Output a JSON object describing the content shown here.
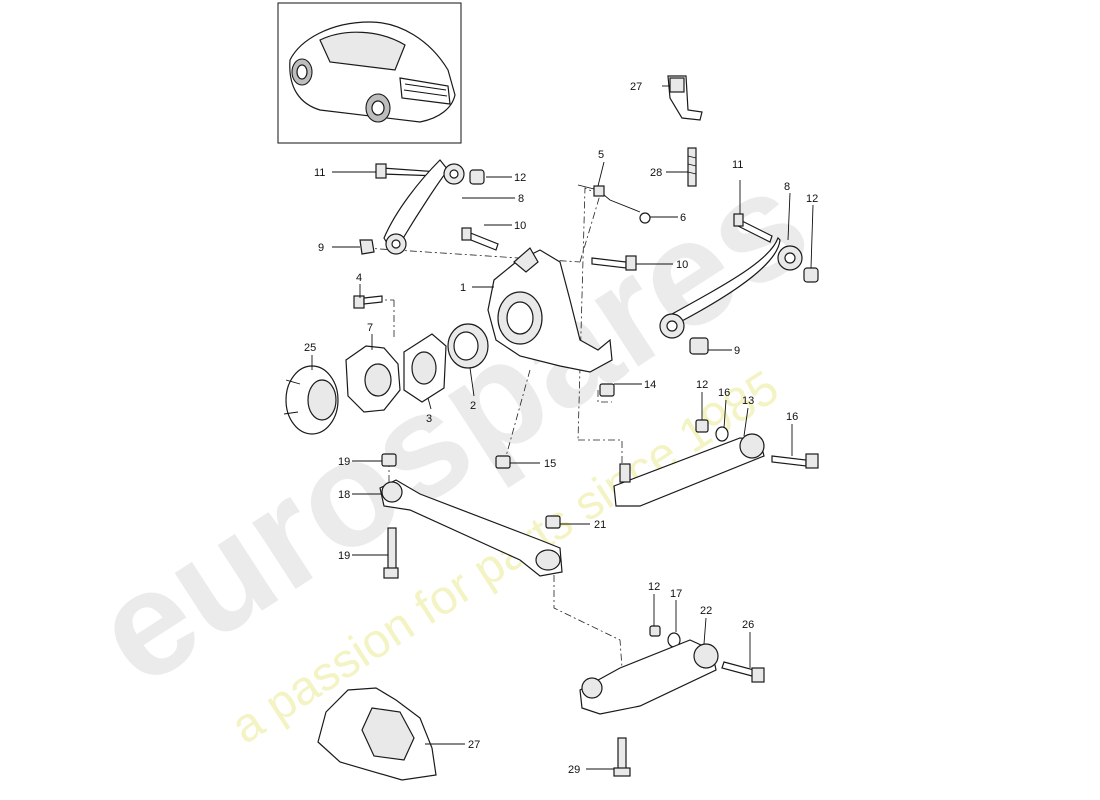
{
  "watermark": {
    "brand": "eurospares",
    "tagline": "a passion for parts since 1985",
    "colors": {
      "brand": "#e4e4e4",
      "tagline": "#f1f1b8"
    }
  },
  "callouts": [
    {
      "id": "c1",
      "label": "1"
    },
    {
      "id": "c2",
      "label": "2"
    },
    {
      "id": "c3",
      "label": "3"
    },
    {
      "id": "c4",
      "label": "4"
    },
    {
      "id": "c5",
      "label": "5"
    },
    {
      "id": "c6",
      "label": "6"
    },
    {
      "id": "c7",
      "label": "7"
    },
    {
      "id": "c8a",
      "label": "8"
    },
    {
      "id": "c8b",
      "label": "8"
    },
    {
      "id": "c9a",
      "label": "9"
    },
    {
      "id": "c9b",
      "label": "9"
    },
    {
      "id": "c10a",
      "label": "10"
    },
    {
      "id": "c10b",
      "label": "10"
    },
    {
      "id": "c11a",
      "label": "11"
    },
    {
      "id": "c11b",
      "label": "11"
    },
    {
      "id": "c12a",
      "label": "12"
    },
    {
      "id": "c12b",
      "label": "12"
    },
    {
      "id": "c12c",
      "label": "12"
    },
    {
      "id": "c12d",
      "label": "12"
    },
    {
      "id": "c13",
      "label": "13"
    },
    {
      "id": "c14a",
      "label": "14"
    },
    {
      "id": "c14b",
      "label": "14"
    },
    {
      "id": "c15",
      "label": "15"
    },
    {
      "id": "c16a",
      "label": "16"
    },
    {
      "id": "c16b",
      "label": "16"
    },
    {
      "id": "c17",
      "label": "17"
    },
    {
      "id": "c18",
      "label": "18"
    },
    {
      "id": "c19a",
      "label": "19"
    },
    {
      "id": "c19b",
      "label": "19"
    },
    {
      "id": "c21",
      "label": "21"
    },
    {
      "id": "c22",
      "label": "22"
    },
    {
      "id": "c25",
      "label": "25"
    },
    {
      "id": "c26",
      "label": "26"
    },
    {
      "id": "c27",
      "label": "27"
    },
    {
      "id": "c28",
      "label": "28"
    },
    {
      "id": "c29",
      "label": "29"
    }
  ]
}
